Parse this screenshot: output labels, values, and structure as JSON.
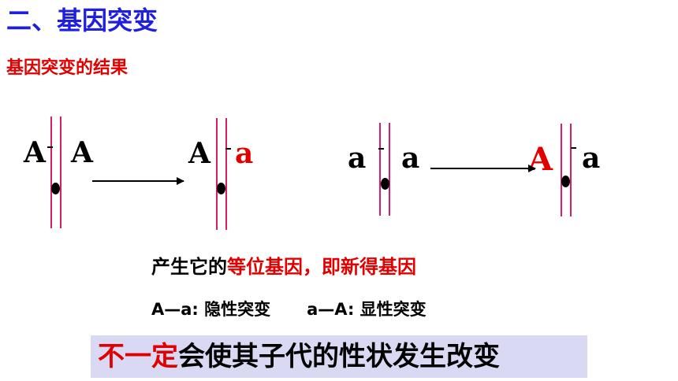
{
  "title": "二、基因突变",
  "subtitle": "基因突变的结果",
  "diagram": {
    "pair1": {
      "before": {
        "left_allele": "A",
        "right_allele": "A"
      },
      "after": {
        "left_allele": "A",
        "right_allele": "a"
      }
    },
    "pair2": {
      "before": {
        "left_allele": "a",
        "right_allele": "a"
      },
      "after": {
        "left_allele": "A",
        "right_allele": "a"
      }
    }
  },
  "statement": {
    "prefix": "产生它的",
    "highlight": "等位基因，即新得基因"
  },
  "mutation_types": {
    "recessive": "A—a: 隐性突变",
    "dominant": "a—A: 显性突变"
  },
  "conclusion": {
    "highlight": "不一定",
    "rest": "会使其子代的性状发生改变"
  },
  "colors": {
    "title": "#1f1fe0",
    "accent_red": "#e00000",
    "chromosome": "#d81b6a",
    "box": "#d9d9f3"
  }
}
